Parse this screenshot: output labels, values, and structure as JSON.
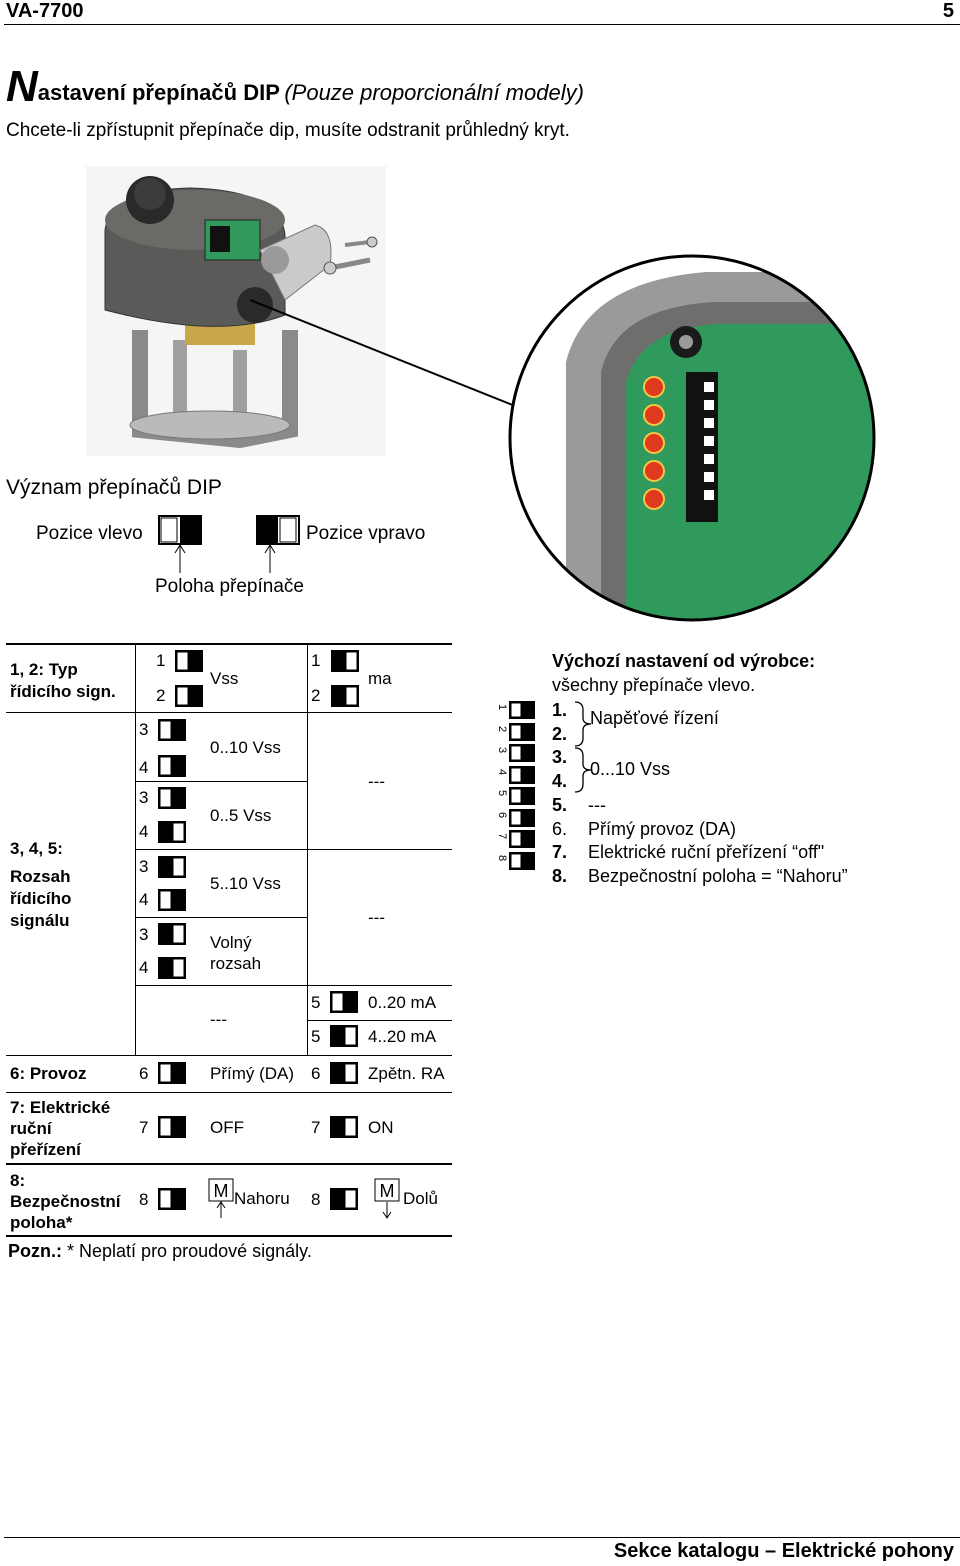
{
  "header": {
    "model": "VA-7700",
    "page": "5"
  },
  "footer": {
    "text": "Sekce katalogu – Elektrické pohony"
  },
  "title": {
    "initial": "N",
    "rest": "astavení přepínačů DIP",
    "note": "(Pouze proporcionální modely)"
  },
  "intro": "Chcete-li  zpřístupnit přepínače dip, musíte odstranit průhledný kryt.",
  "meaning": {
    "heading": "Význam přepínačů DIP",
    "left": "Pozice vlevo",
    "right": "Pozice vpravo",
    "caption": "Poloha přepínače"
  },
  "table": {
    "r1": {
      "label1": "1, 2: Typ",
      "label2": "řídicího sign.",
      "n1": "1",
      "n2": "2",
      "vss": "Vss",
      "m1": "1",
      "m2": "2",
      "ma": "ma"
    },
    "r2": {
      "label1": "3, 4, 5:",
      "label2": "Rozsah",
      "label3": "řídicího",
      "label4": "signálu",
      "a": {
        "n3": "3",
        "n4": "4",
        "val": "0..10 Vss"
      },
      "b": {
        "n3": "3",
        "n4": "4",
        "val": "0..5 Vss"
      },
      "c": {
        "n3": "3",
        "n4": "4",
        "val": "5..10 Vss"
      },
      "d": {
        "n3": "3",
        "n4": "4",
        "val1": "Volný",
        "val2": "rozsah"
      },
      "dash1": "---",
      "dash2": "---",
      "dash3": "---",
      "p5a": {
        "n": "5",
        "val": "0..20 mA"
      },
      "p5b": {
        "n": "5",
        "val": "4..20 mA"
      }
    },
    "r3": {
      "label": "6: Provoz",
      "n": "6",
      "left": "Přímý (DA)",
      "n2": "6",
      "right": "Zpětn. RA"
    },
    "r4": {
      "label1": "7: Elektrické",
      "label2": "ruční",
      "label3": "přeřízení",
      "n": "7",
      "left": "OFF",
      "n2": "7",
      "right": "ON"
    },
    "r5": {
      "label1": "8:",
      "label2": "Bezpečnostní",
      "label3": "poloha*",
      "n": "8",
      "left": "Nahoru",
      "n2": "8",
      "right": "Dolů",
      "motor": "M"
    },
    "note": {
      "bold": "Pozn.:",
      "text": "* Neplatí pro proudové signály."
    }
  },
  "defaults": {
    "title": "Výchozí nastavení od výrobce:",
    "sub": "všechny přepínače vlevo.",
    "items": [
      {
        "n": "1.",
        "t": ""
      },
      {
        "n": "2.",
        "t": ""
      },
      {
        "n": "3.",
        "t": ""
      },
      {
        "n": "4.",
        "t": ""
      },
      {
        "n": "5.",
        "t": "---"
      },
      {
        "n": "6.",
        "t": "Přímý provoz (DA)"
      },
      {
        "n": "7.",
        "t": "Elektrické ruční přeřízení “off\""
      },
      {
        "n": "8.",
        "t": "Bezpečnostní poloha = “Nahoru”"
      }
    ],
    "group1": "Napěťové řízení",
    "group2": "0...10 Vss",
    "switch_numbers": [
      "1",
      "2",
      "3",
      "4",
      "5",
      "6",
      "7",
      "8"
    ]
  },
  "colors": {
    "pcb": "#2f9a5c",
    "led": "#e03a1e",
    "housing": "#5a5a58",
    "frame": "#8a8a8a"
  }
}
